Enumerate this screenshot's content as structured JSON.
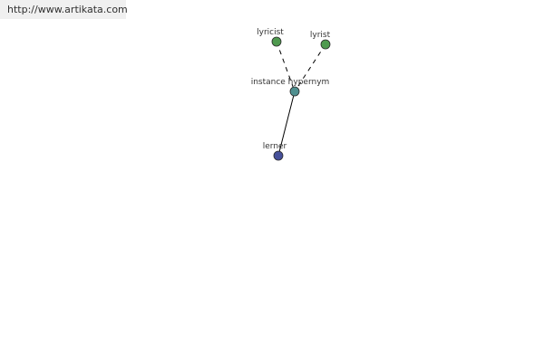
{
  "header": {
    "url_text": "http://www.artikata.com"
  },
  "graph": {
    "colors": {
      "green_node": "#4f9a4f",
      "teal_node": "#4f8f8f",
      "blue_node": "#46509a",
      "edge": "#000000"
    },
    "nodes": [
      {
        "id": "lyricist",
        "label": "lyricist",
        "color": "green_node"
      },
      {
        "id": "lyrist",
        "label": "lyrist",
        "color": "green_node"
      },
      {
        "id": "instance-hypernym",
        "label": "instance hypernym",
        "color": "teal_node"
      },
      {
        "id": "lerner",
        "label": "lerner",
        "color": "blue_node"
      }
    ],
    "edges": [
      {
        "from": "lyricist",
        "to": "instance-hypernym",
        "style": "dashed"
      },
      {
        "from": "lyrist",
        "to": "instance-hypernym",
        "style": "dashed"
      },
      {
        "from": "instance-hypernym",
        "to": "lerner",
        "style": "solid"
      }
    ]
  }
}
